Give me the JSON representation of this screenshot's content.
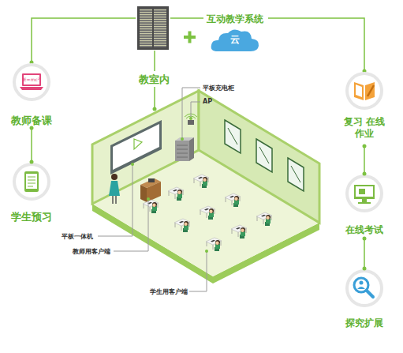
{
  "diagram": {
    "nodes": [
      {
        "text": [
          "E=mc²",
          "教师备课"
        ]
      },
      {
        "text": [
          "学生预习"
        ]
      },
      {
        "text": [
          "复习 在线作业"
        ]
      },
      {
        "text": [
          "在线考试"
        ]
      },
      {
        "text": [
          "探究扩展"
        ]
      },
      {
        "text": [
          "云"
        ]
      }
    ],
    "edges": [
      {
        "from": 0,
        "to": 1,
        "arrow": "none"
      },
      {
        "from": 2,
        "to": 3,
        "arrow": "none"
      },
      {
        "from": 3,
        "to": 4,
        "arrow": "none"
      }
    ],
    "labels": [
      "互动教学系统",
      "教室内",
      "平板充电柜",
      "AP",
      "平板一体机",
      "教师用客户端",
      "学生用客户端"
    ]
  }
}
